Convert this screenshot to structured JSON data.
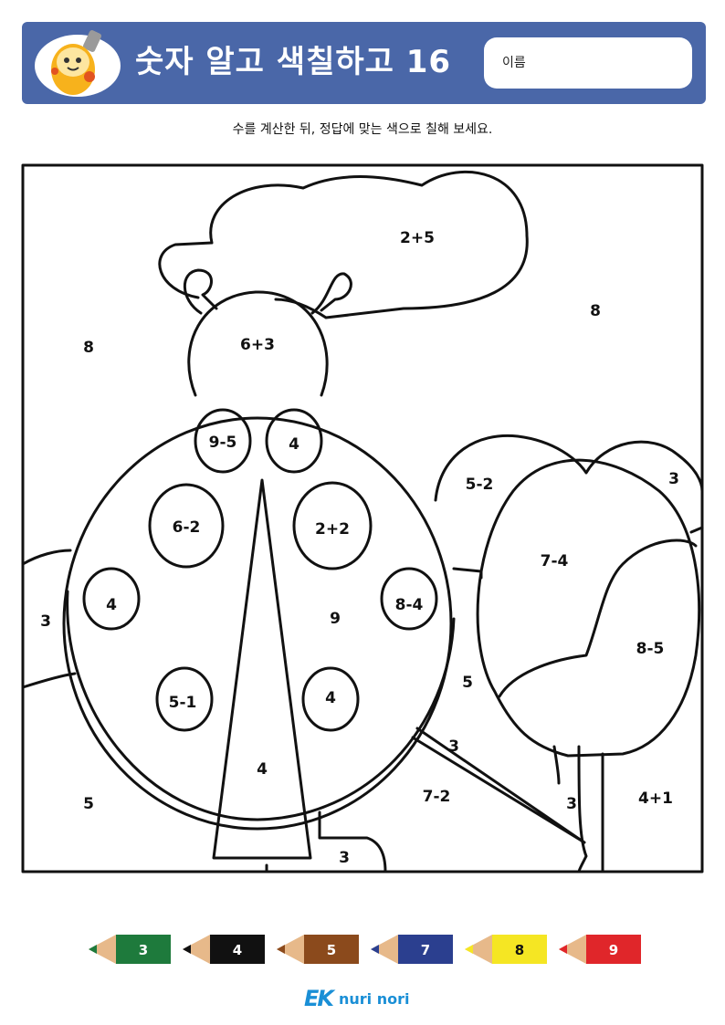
{
  "header": {
    "title": "숫자 알고 색칠하고 16",
    "name_label": "이름"
  },
  "instruction": "수를 계산한 뒤, 정답에 맞는 색으로 칠해 보세요.",
  "regions": {
    "cloud": "2+5",
    "sky_right": "8",
    "sky_left": "8",
    "head": "6+3",
    "spot_top_left": "9-5",
    "spot_top_right": "4",
    "spot_mid_left": "6-2",
    "spot_mid_right": "2+2",
    "spot_side_left": "4",
    "spot_side_right": "8-4",
    "body_right": "9",
    "spot_low_left": "5-1",
    "spot_low_right": "4",
    "center_wedge": "4",
    "bush_back": "5-2",
    "bush_corner": "3",
    "tree_top": "7-4",
    "tree_right": "8-5",
    "grass_left": "3",
    "ground_left": "5",
    "ground_mid": "5",
    "leaf_strip": "3",
    "ground_center": "7-2",
    "tree_trunk_gap": "3",
    "ground_right": "4+1",
    "ground_bottom": "3"
  },
  "palette": [
    {
      "number": "3",
      "color": "#1e7a3c"
    },
    {
      "number": "4",
      "color": "#111111"
    },
    {
      "number": "5",
      "color": "#8b4a1c"
    },
    {
      "number": "7",
      "color": "#2b3f8f"
    },
    {
      "number": "8",
      "color": "#f5e623"
    },
    {
      "number": "9",
      "color": "#e0262a"
    }
  ],
  "footer": {
    "logo_ek": "EK",
    "logo_text": "nuri nori"
  },
  "colors": {
    "header_bg": "#4a67a8",
    "logo_blue": "#1a8fd6"
  }
}
